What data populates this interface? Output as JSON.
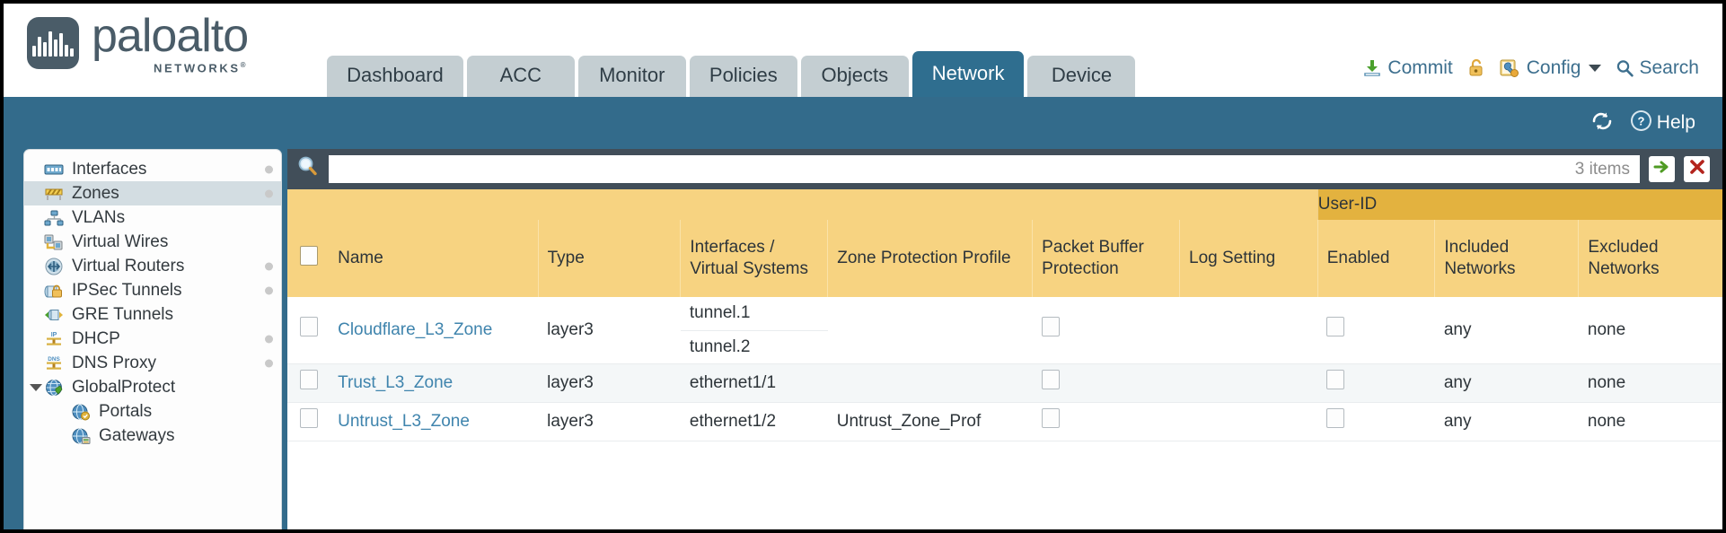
{
  "brand": {
    "name": "paloalto",
    "tagline": "NETWORKS",
    "registered": "®",
    "logo_icon": "paloalto-logo-icon"
  },
  "nav": {
    "tabs": [
      {
        "label": "Dashboard",
        "active": false
      },
      {
        "label": "ACC",
        "active": false
      },
      {
        "label": "Monitor",
        "active": false
      },
      {
        "label": "Policies",
        "active": false
      },
      {
        "label": "Objects",
        "active": false
      },
      {
        "label": "Network",
        "active": true
      },
      {
        "label": "Device",
        "active": false
      }
    ]
  },
  "top_actions": {
    "commit": "Commit",
    "commit_icon": "commit-download-icon",
    "lock_icon": "padlock-icon",
    "config": "Config",
    "config_icon": "config-wrench-icon",
    "config_caret": "chevron-down-icon",
    "search": "Search",
    "search_icon": "magnifier-icon"
  },
  "blueband": {
    "refresh_icon": "refresh-icon",
    "help": "Help",
    "help_icon": "help-question-icon"
  },
  "sidebar": {
    "items": [
      {
        "label": "Interfaces",
        "icon": "interfaces-icon",
        "selected": false,
        "dot": true,
        "child": false,
        "expander": false
      },
      {
        "label": "Zones",
        "icon": "zones-barrier-icon",
        "selected": true,
        "dot": true,
        "child": false,
        "expander": false
      },
      {
        "label": "VLANs",
        "icon": "vlans-icon",
        "selected": false,
        "dot": false,
        "child": false,
        "expander": false
      },
      {
        "label": "Virtual Wires",
        "icon": "virtual-wires-icon",
        "selected": false,
        "dot": false,
        "child": false,
        "expander": false
      },
      {
        "label": "Virtual Routers",
        "icon": "virtual-routers-icon",
        "selected": false,
        "dot": true,
        "child": false,
        "expander": false
      },
      {
        "label": "IPSec Tunnels",
        "icon": "ipsec-tunnels-icon",
        "selected": false,
        "dot": true,
        "child": false,
        "expander": false
      },
      {
        "label": "GRE Tunnels",
        "icon": "gre-tunnels-icon",
        "selected": false,
        "dot": false,
        "child": false,
        "expander": false
      },
      {
        "label": "DHCP",
        "icon": "dhcp-icon",
        "selected": false,
        "dot": true,
        "child": false,
        "expander": false
      },
      {
        "label": "DNS Proxy",
        "icon": "dns-proxy-icon",
        "selected": false,
        "dot": true,
        "child": false,
        "expander": false
      },
      {
        "label": "GlobalProtect",
        "icon": "globalprotect-icon",
        "selected": false,
        "dot": false,
        "child": false,
        "expander": true
      },
      {
        "label": "Portals",
        "icon": "portals-icon",
        "selected": false,
        "dot": false,
        "child": true,
        "expander": false
      },
      {
        "label": "Gateways",
        "icon": "gateways-icon",
        "selected": false,
        "dot": false,
        "child": true,
        "expander": false
      }
    ]
  },
  "search": {
    "icon": "magnifier-search-icon",
    "value": "",
    "placeholder": "",
    "item_count": "3 items",
    "apply_icon": "green-arrow-apply-icon",
    "clear_icon": "red-x-clear-icon"
  },
  "table": {
    "group_header": {
      "label": "User-ID",
      "span": 3
    },
    "columns": [
      {
        "key": "checkbox",
        "label": ""
      },
      {
        "key": "name",
        "label": "Name"
      },
      {
        "key": "type",
        "label": "Type"
      },
      {
        "key": "interfaces",
        "label": "Interfaces / Virtual Systems"
      },
      {
        "key": "zone_protection_profile",
        "label": "Zone Protection Profile"
      },
      {
        "key": "packet_buffer_protection",
        "label": "Packet Buffer Protection"
      },
      {
        "key": "log_setting",
        "label": "Log Setting"
      },
      {
        "key": "userid_enabled",
        "label": "Enabled"
      },
      {
        "key": "included_networks",
        "label": "Included Networks"
      },
      {
        "key": "excluded_networks",
        "label": "Excluded Networks"
      }
    ],
    "rows": [
      {
        "name": "Cloudflare_L3_Zone",
        "type": "layer3",
        "interfaces": [
          "tunnel.1",
          "tunnel.2"
        ],
        "zone_protection_profile": "",
        "packet_buffer_protection": false,
        "log_setting": "",
        "userid_enabled": false,
        "included_networks": "any",
        "excluded_networks": "none"
      },
      {
        "name": "Trust_L3_Zone",
        "type": "layer3",
        "interfaces": [
          "ethernet1/1"
        ],
        "zone_protection_profile": "",
        "packet_buffer_protection": false,
        "log_setting": "",
        "userid_enabled": false,
        "included_networks": "any",
        "excluded_networks": "none"
      },
      {
        "name": "Untrust_L3_Zone",
        "type": "layer3",
        "interfaces": [
          "ethernet1/2"
        ],
        "zone_protection_profile": "Untrust_Zone_Prof",
        "packet_buffer_protection": false,
        "log_setting": "",
        "userid_enabled": false,
        "included_networks": "any",
        "excluded_networks": "none"
      }
    ]
  },
  "colors": {
    "brand_slate": "#4a5c68",
    "tab_inactive": "#c4ced2",
    "tab_active": "#2f6e8f",
    "band_blue": "#336b8b",
    "table_header_amber": "#f7d381",
    "group_header_gold": "#e3b23f",
    "link_blue": "#3f84ad",
    "search_bar_dark": "#414e59",
    "sidebar_selected": "#d3dde2"
  }
}
